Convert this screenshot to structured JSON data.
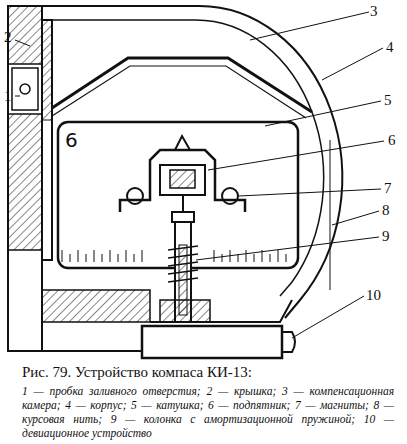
{
  "diagram": {
    "caption": "Рис. 79. Устройство компаса КИ-13:",
    "labels": [
      "3",
      "2",
      "4",
      "1",
      "5",
      "6",
      "7",
      "8",
      "9",
      "10",
      "6",
      "1 — пробка заливного отверстия;",
      "2 — крышка;",
      "3 — компенсационная камера;",
      "4 — корпус;",
      "5 — катушка;",
      "6 — подпятник;",
      "7 — магниты;",
      "8 — курсовая нить;",
      "9 — колонка с амортизационной пружиной;",
      "10 — девиационное устройство"
    ]
  }
}
